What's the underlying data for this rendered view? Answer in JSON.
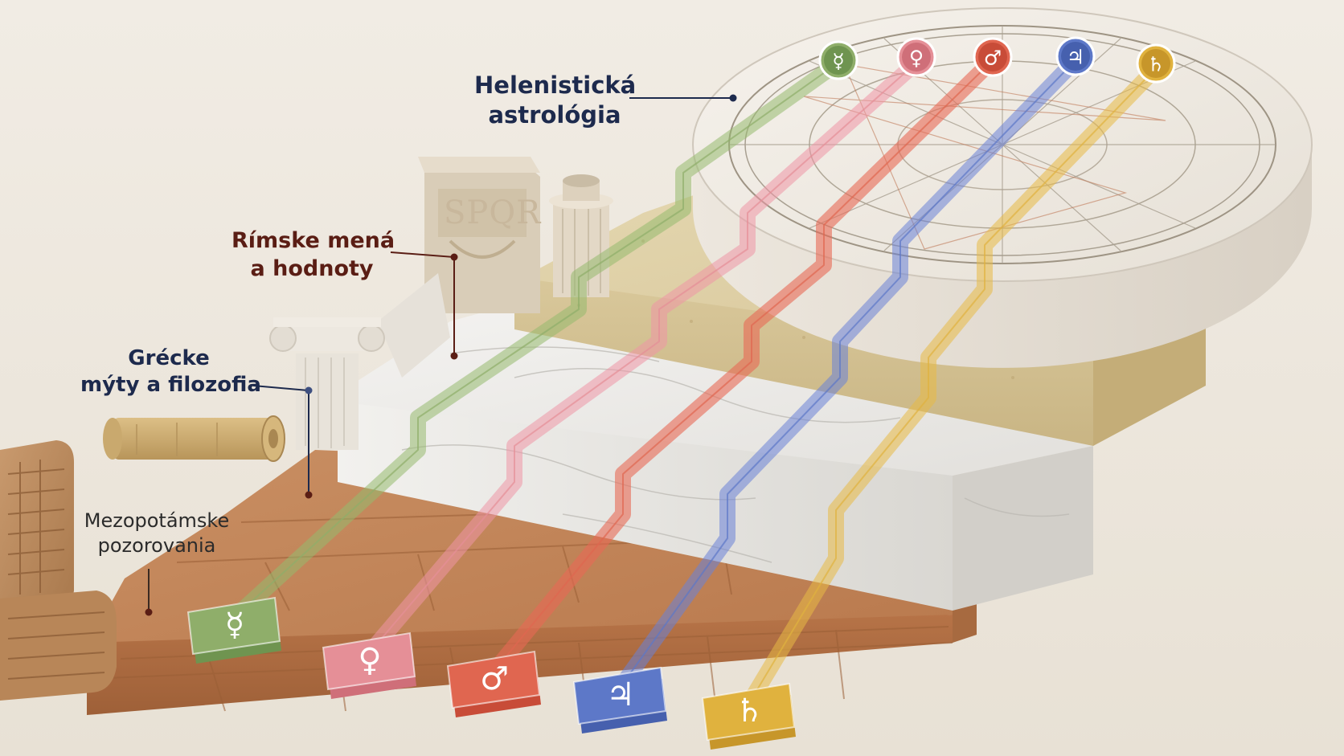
{
  "eras": [
    {
      "id": "hel",
      "label_lines": [
        "Helenistická",
        "astrológia"
      ],
      "color": "#1d2a4d"
    },
    {
      "id": "rim",
      "label_lines": [
        "Rímske mená",
        "a hodnoty"
      ],
      "color": "#5a1d14"
    },
    {
      "id": "gre",
      "label_lines": [
        "Grécke",
        "mýty a filozofia"
      ],
      "color": "#1d2a4d"
    },
    {
      "id": "mez",
      "label_lines": [
        "Mezopotámske",
        "pozorovania"
      ],
      "color": "#2b2b2b"
    }
  ],
  "planets": [
    {
      "symbol": "☿",
      "color": "#8fae6a",
      "dark": "#6f9450",
      "band": "rgba(150,185,110,0.55)"
    },
    {
      "symbol": "♀",
      "color": "#e58f97",
      "dark": "#cf6f79",
      "band": "rgba(238,150,165,0.55)"
    },
    {
      "symbol": "♂",
      "color": "#e06650",
      "dark": "#c84c38",
      "band": "rgba(232,105,85,0.6)"
    },
    {
      "symbol": "♃",
      "color": "#5d78c8",
      "dark": "#4660ae",
      "band": "rgba(105,130,215,0.55)"
    },
    {
      "symbol": "♄",
      "color": "#e0b23e",
      "dark": "#c7962a",
      "band": "rgba(232,185,70,0.55)"
    }
  ],
  "artifacts": {
    "stele_text": "SPQR"
  }
}
